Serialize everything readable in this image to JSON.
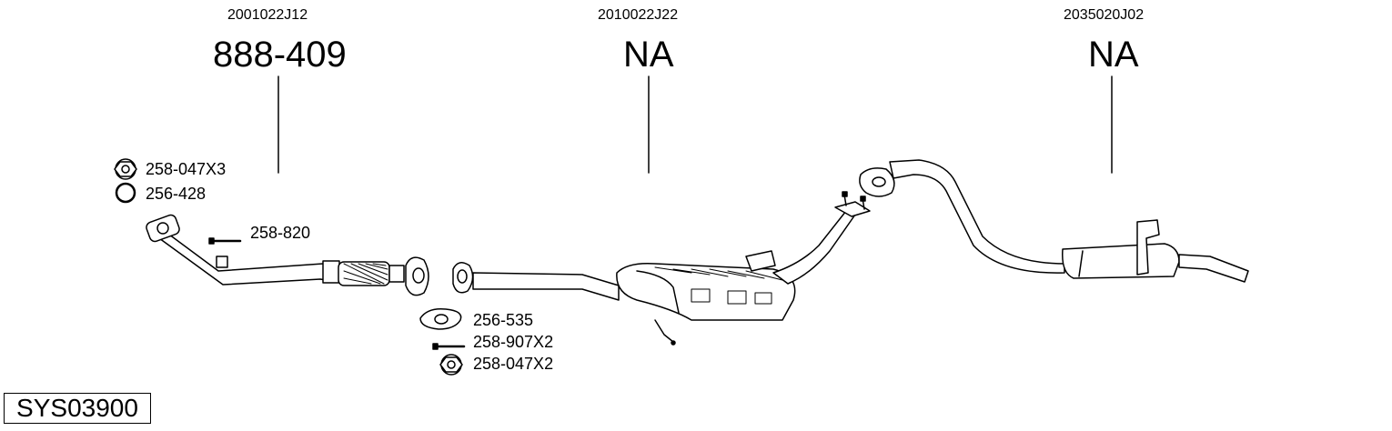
{
  "sections": [
    {
      "oem": "2001022J12",
      "part_number": "888-409"
    },
    {
      "oem": "2010022J22",
      "part_number": "NA"
    },
    {
      "oem": "2035020J02",
      "part_number": "NA"
    }
  ],
  "accessories": {
    "nut_top": "258-047X3",
    "ring": "256-428",
    "bolt_top": "258-820",
    "gasket": "256-535",
    "bolt_bottom": "258-907X2",
    "nut_bottom": "258-047X2"
  },
  "system_code": "SYS03900"
}
